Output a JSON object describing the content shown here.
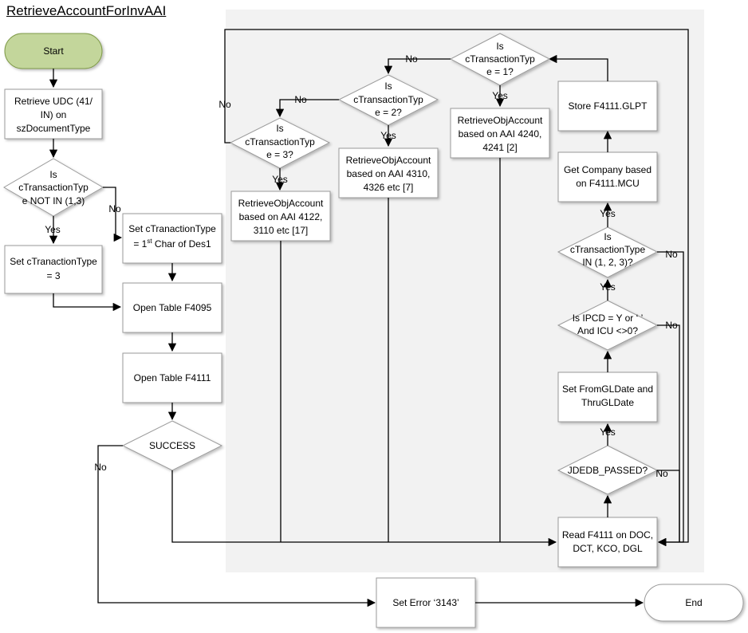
{
  "title": "RetrieveAccountForInvAAI",
  "nodes": {
    "start": "Start",
    "retrieve_udc": [
      "Retrieve UDC (41/",
      "IN) on",
      "szDocumentType"
    ],
    "dec_not_in": [
      "Is",
      "cTransactionTyp",
      "e NOT IN (1,3)"
    ],
    "set_type_3": [
      "Set cTranactionType",
      "= 3"
    ],
    "set_type_char_1": "Set cTranactionType",
    "set_type_char_2a": "= 1",
    "set_type_char_sup": "st",
    "set_type_char_2b": " Char of Des1",
    "open_f4095": "Open Table F4095",
    "open_f4111": "Open Table F4111",
    "success": "SUCCESS",
    "set_error": "Set Error ‘3143’",
    "end": "End",
    "read_f4111": [
      "Read F4111 on DOC,",
      "DCT, KCO, DGL"
    ],
    "jdedb_passed": "JDEDB_PASSED?",
    "set_dates": [
      "Set FromGLDate and",
      "ThruGLDate"
    ],
    "dec_ipcd": [
      "Is IPCD = Y or ‘ ’",
      "And ICU <>0?"
    ],
    "dec_in_123": [
      "Is",
      "cTransactionType",
      "IN (1, 2, 3)?"
    ],
    "get_company": [
      "Get Company based",
      "on F4111.MCU"
    ],
    "store_glpt": "Store F4111.GLPT",
    "dec_type_1": [
      "Is",
      "cTransactionTyp",
      "e = 1?"
    ],
    "aai_4240": [
      "RetrieveObjAccount",
      "based on AAI 4240,",
      "4241 [2]"
    ],
    "dec_type_2": [
      "Is",
      "cTransactionTyp",
      "e = 2?"
    ],
    "aai_4310": [
      "RetrieveObjAccount",
      "based on AAI 4310,",
      "4326 etc [7]"
    ],
    "dec_type_3": [
      "Is",
      "cTransactionTyp",
      "e = 3?"
    ],
    "aai_4122": [
      "RetrieveObjAccount",
      "based on AAI 4122,",
      "3110 etc [17]"
    ]
  },
  "edge_labels": {
    "yes": "Yes",
    "no": "No"
  },
  "colors": {
    "start_fill": "#c3d69b",
    "start_stroke": "#7f9a48",
    "highlight_fill": "#ccc0da",
    "loop_bg": "#f2f2f2"
  }
}
